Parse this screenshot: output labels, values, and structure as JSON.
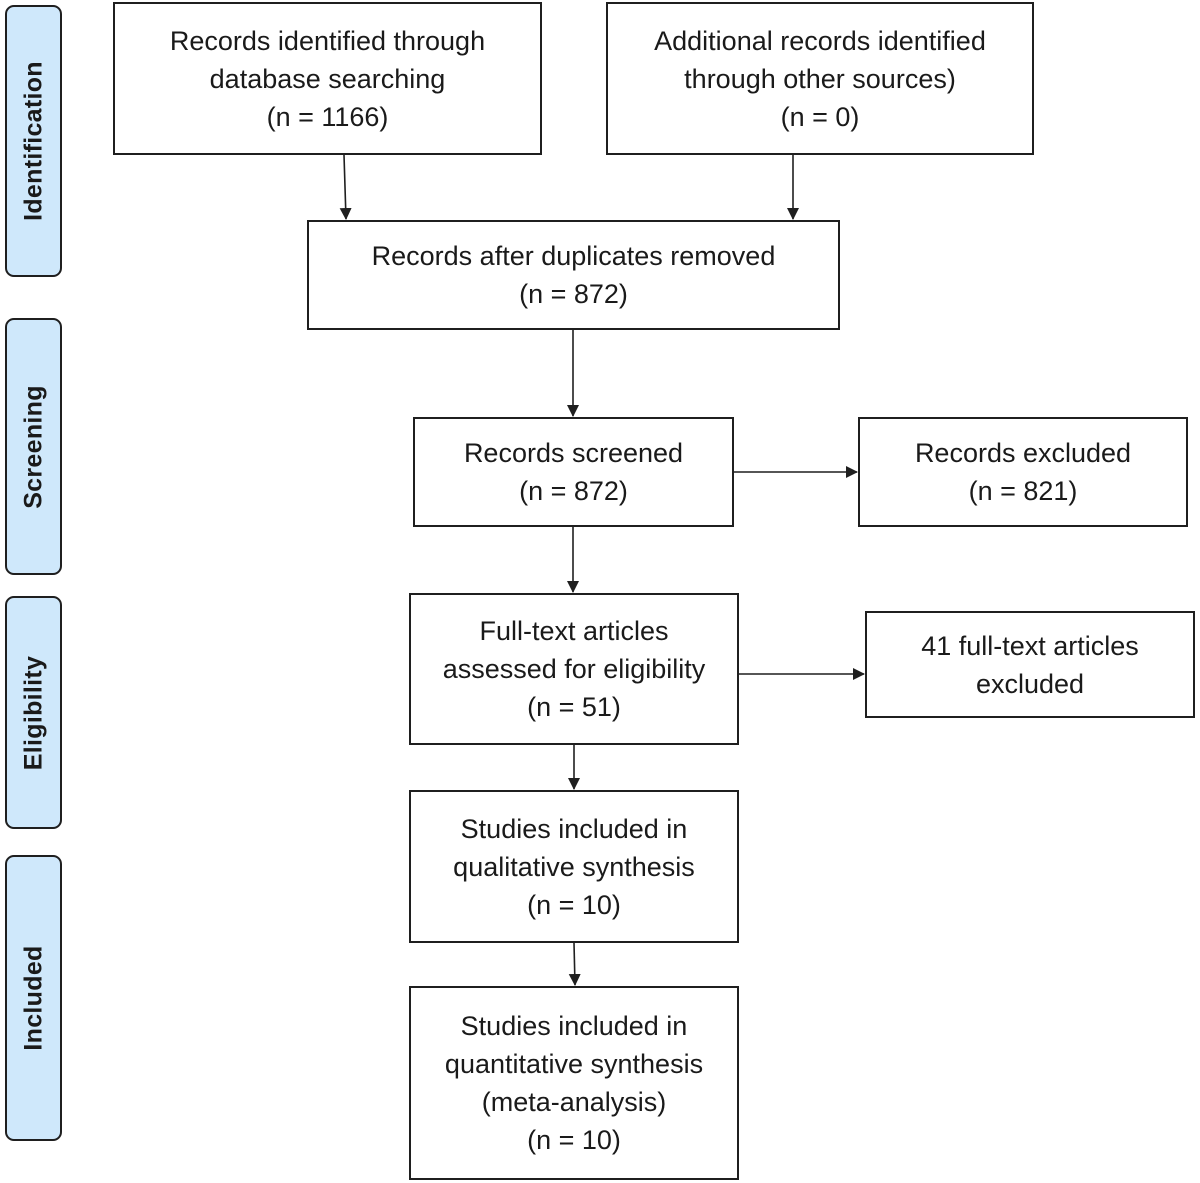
{
  "stages": {
    "identification": "Identification",
    "screening": "Screening",
    "eligibility": "Eligibility",
    "included": "Included"
  },
  "boxes": {
    "database_records": {
      "line1": "Records identified through",
      "line2": "database searching",
      "count": "(n = 1166)"
    },
    "additional_records": {
      "line1": "Additional records identified",
      "line2": "through other sources)",
      "count": "(n = 0)"
    },
    "after_duplicates": {
      "line1": "Records after duplicates removed",
      "count": "(n = 872)"
    },
    "screened": {
      "line1": "Records screened",
      "count": "(n = 872)"
    },
    "excluded": {
      "line1": "Records excluded",
      "count": "(n = 821)"
    },
    "full_text_assessed": {
      "line1": "Full-text articles",
      "line2": "assessed for eligibility",
      "count": "(n = 51)"
    },
    "full_text_excluded": {
      "line1": "41 full-text articles",
      "line2": "excluded"
    },
    "qualitative": {
      "line1": "Studies included in",
      "line2": "qualitative synthesis",
      "count": "(n = 10)"
    },
    "quantitative": {
      "line1": "Studies included in",
      "line2": "quantitative synthesis",
      "line3": "(meta-analysis)",
      "count": "(n = 10)"
    }
  },
  "colors": {
    "stage_fill": "#cfe8fb",
    "line": "#1f1f1f"
  }
}
